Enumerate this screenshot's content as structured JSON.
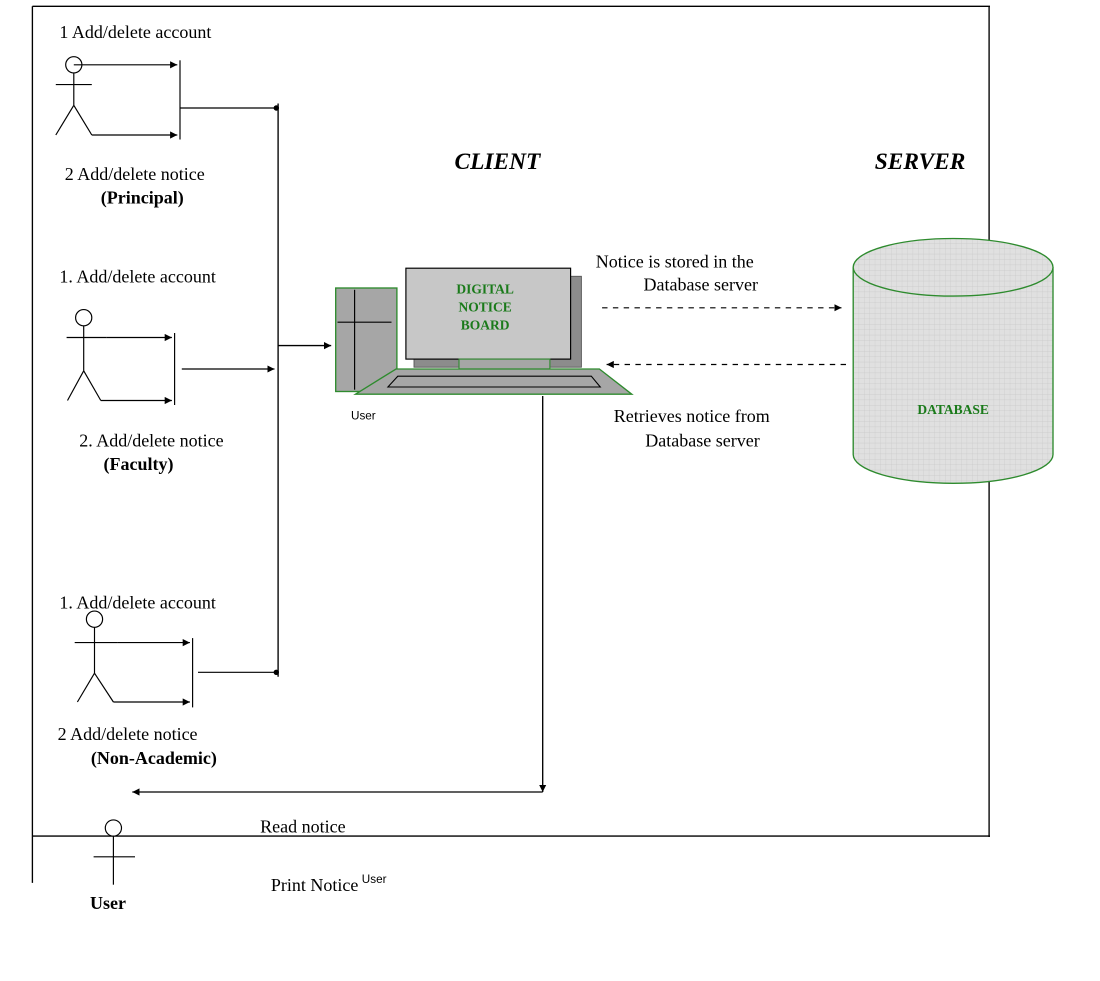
{
  "actors": {
    "principal": {
      "action_1": "1 Add/delete account",
      "action_2": "2 Add/delete notice",
      "role": "(Principal)"
    },
    "faculty": {
      "action_1": "1. Add/delete account",
      "action_2": "2. Add/delete notice",
      "role": "(Faculty)"
    },
    "non_academic": {
      "action_1": "1. Add/delete account",
      "action_2": "2 Add/delete notice",
      "role": "(Non-Academic)"
    },
    "reader": {
      "role": "User"
    }
  },
  "client": {
    "heading": "CLIENT",
    "monitor_line_1": "DIGITAL",
    "monitor_line_2": "NOTICE",
    "monitor_line_3": "BOARD",
    "computer_label": "User"
  },
  "server": {
    "heading": "SERVER",
    "database_label": "DATABASE"
  },
  "flows": {
    "store_line_1": "Notice is stored in the",
    "store_line_2": "Database server",
    "retrieve_line_1": "Retrieves notice from",
    "retrieve_line_2": "Database server",
    "read": "Read notice",
    "print": "Print Notice",
    "print_overlay": "User"
  },
  "colors": {
    "label_green": "#1a7a1a",
    "computer_outline": "#2e8b2e",
    "computer_fill": "#a6a6a6",
    "database_fill": "#e0e0e0"
  }
}
